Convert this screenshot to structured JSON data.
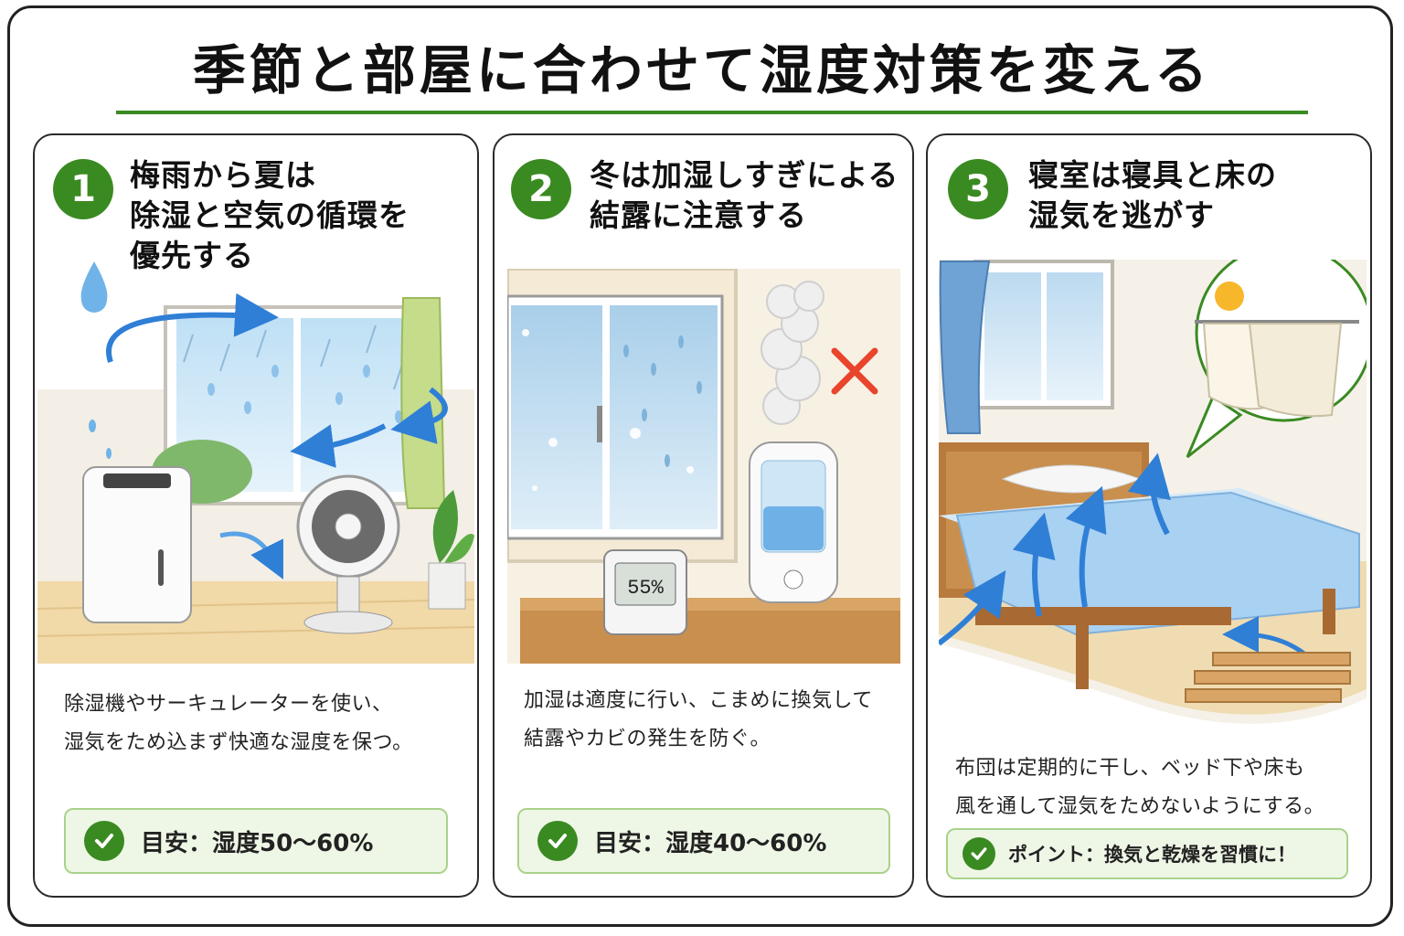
{
  "title": "季節と部屋に合わせて湿度対策を変える",
  "colors": {
    "accent": "#3a8a22",
    "badge_bg": "#eef7e6",
    "badge_border": "#a9d28b",
    "arrow": "#2f7fd6",
    "cross": "#e8452c"
  },
  "cards": [
    {
      "number": "1",
      "heading": [
        "梅雨から夏は",
        "除湿と空気の循環を",
        "優先する"
      ],
      "description": [
        "除湿機やサーキュレーターを使い、",
        "湿気をため込まず快適な湿度を保つ。"
      ],
      "badge": "目安：湿度50～60%",
      "illustration": "dehumidifier-fan-rainy-window"
    },
    {
      "number": "2",
      "heading": [
        "冬は加湿しすぎによる",
        "結露に注意する"
      ],
      "description": [
        "加湿は適度に行い、こまめに換気して",
        "結露やカビの発生を防ぐ。"
      ],
      "badge": "目安：湿度40～60%",
      "hygrometer": "55%",
      "illustration": "humidifier-condensation-window"
    },
    {
      "number": "3",
      "heading": [
        "寝室は寝具と床の",
        "湿気を逃がす"
      ],
      "description": [
        "布団は定期的に干し、ベッド下や床も",
        "風を通して湿気をためないようにする。"
      ],
      "badge": "ポイント：換気と乾燥を習慣に！",
      "illustration": "bed-drying-futon-sun"
    }
  ]
}
